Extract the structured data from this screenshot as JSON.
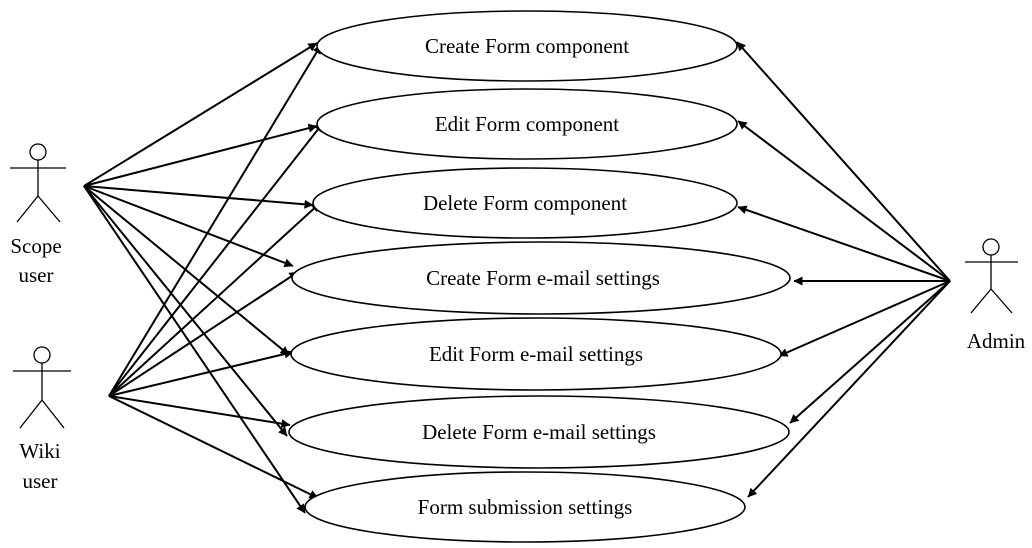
{
  "use_cases": [
    {
      "id": "uc1",
      "label": "Create Form component"
    },
    {
      "id": "uc2",
      "label": "Edit Form component"
    },
    {
      "id": "uc3",
      "label": "Delete Form component"
    },
    {
      "id": "uc4",
      "label": "Create Form e-mail settings"
    },
    {
      "id": "uc5",
      "label": "Edit Form e-mail settings"
    },
    {
      "id": "uc6",
      "label": "Delete Form e-mail settings"
    },
    {
      "id": "uc7",
      "label": "Form submission settings"
    }
  ],
  "actors": [
    {
      "id": "scope_user",
      "label_lines": [
        "Scope",
        "user"
      ]
    },
    {
      "id": "wiki_user",
      "label_lines": [
        "Wiki",
        "user"
      ]
    },
    {
      "id": "admin",
      "label_lines": [
        "Admin"
      ]
    }
  ],
  "associations": [
    {
      "from": "scope_user",
      "to": "uc1"
    },
    {
      "from": "scope_user",
      "to": "uc2"
    },
    {
      "from": "scope_user",
      "to": "uc3"
    },
    {
      "from": "scope_user",
      "to": "uc4"
    },
    {
      "from": "scope_user",
      "to": "uc5"
    },
    {
      "from": "scope_user",
      "to": "uc6"
    },
    {
      "from": "scope_user",
      "to": "uc7"
    },
    {
      "from": "wiki_user",
      "to": "uc1"
    },
    {
      "from": "wiki_user",
      "to": "uc2"
    },
    {
      "from": "wiki_user",
      "to": "uc3"
    },
    {
      "from": "wiki_user",
      "to": "uc4"
    },
    {
      "from": "wiki_user",
      "to": "uc5"
    },
    {
      "from": "wiki_user",
      "to": "uc6"
    },
    {
      "from": "wiki_user",
      "to": "uc7"
    },
    {
      "from": "admin",
      "to": "uc1"
    },
    {
      "from": "admin",
      "to": "uc2"
    },
    {
      "from": "admin",
      "to": "uc3"
    },
    {
      "from": "admin",
      "to": "uc4"
    },
    {
      "from": "admin",
      "to": "uc5"
    },
    {
      "from": "admin",
      "to": "uc6"
    },
    {
      "from": "admin",
      "to": "uc7"
    }
  ]
}
